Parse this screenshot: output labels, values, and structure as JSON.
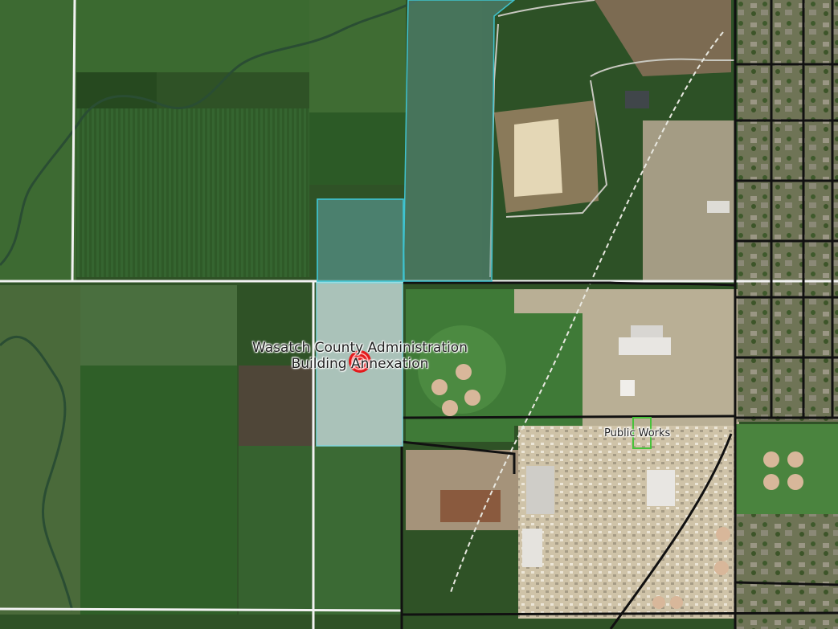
{
  "map": {
    "labels": {
      "annexation_line1": "Wasatch County Administration",
      "annexation_line2": "Building Annexation",
      "public_works": "Public Works"
    },
    "marker_icon": "target-icon",
    "colors": {
      "annexation_fill": "#bfd6d3",
      "annexation_outline": "#7fd6dc",
      "adjacent_parcel_fill": "#5b8f86",
      "adjacent_parcel_outline": "#3fc3cf",
      "public_works_outline": "#48c23a",
      "marker": "#e31a1c",
      "roads": "#111111"
    }
  }
}
